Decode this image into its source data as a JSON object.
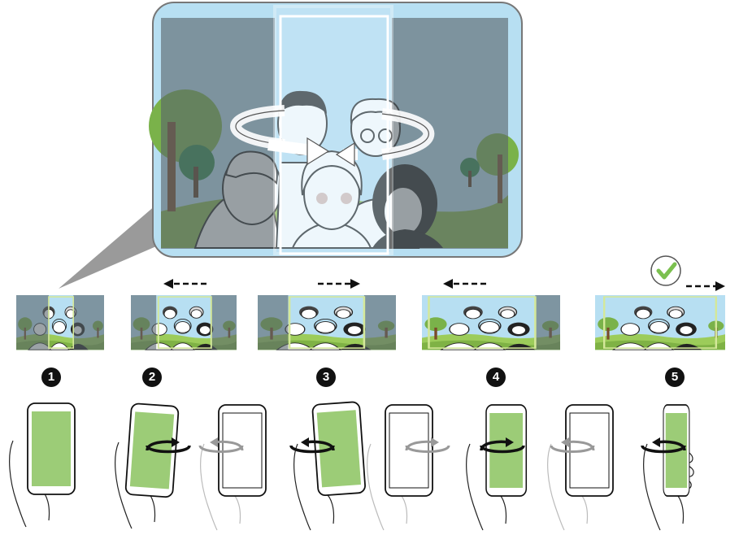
{
  "steps": [
    {
      "number": "1",
      "pan_direction": "none"
    },
    {
      "number": "2",
      "pan_direction": "left"
    },
    {
      "number": "3",
      "pan_direction": "right"
    },
    {
      "number": "4",
      "pan_direction": "left"
    },
    {
      "number": "5",
      "pan_direction": "right",
      "complete": true
    }
  ],
  "icons": {
    "complete": "checkmark-icon",
    "rotate": "rotate-arrow-icon",
    "pan": "dashed-arrow-icon"
  },
  "colors": {
    "sky": "#b7dff2",
    "viewfinder_fill": "#9ccc77",
    "frame_border": "#d4e89a",
    "dark_overlay": "#6e7d86",
    "check": "#7bc04f",
    "badge": "#111111"
  }
}
